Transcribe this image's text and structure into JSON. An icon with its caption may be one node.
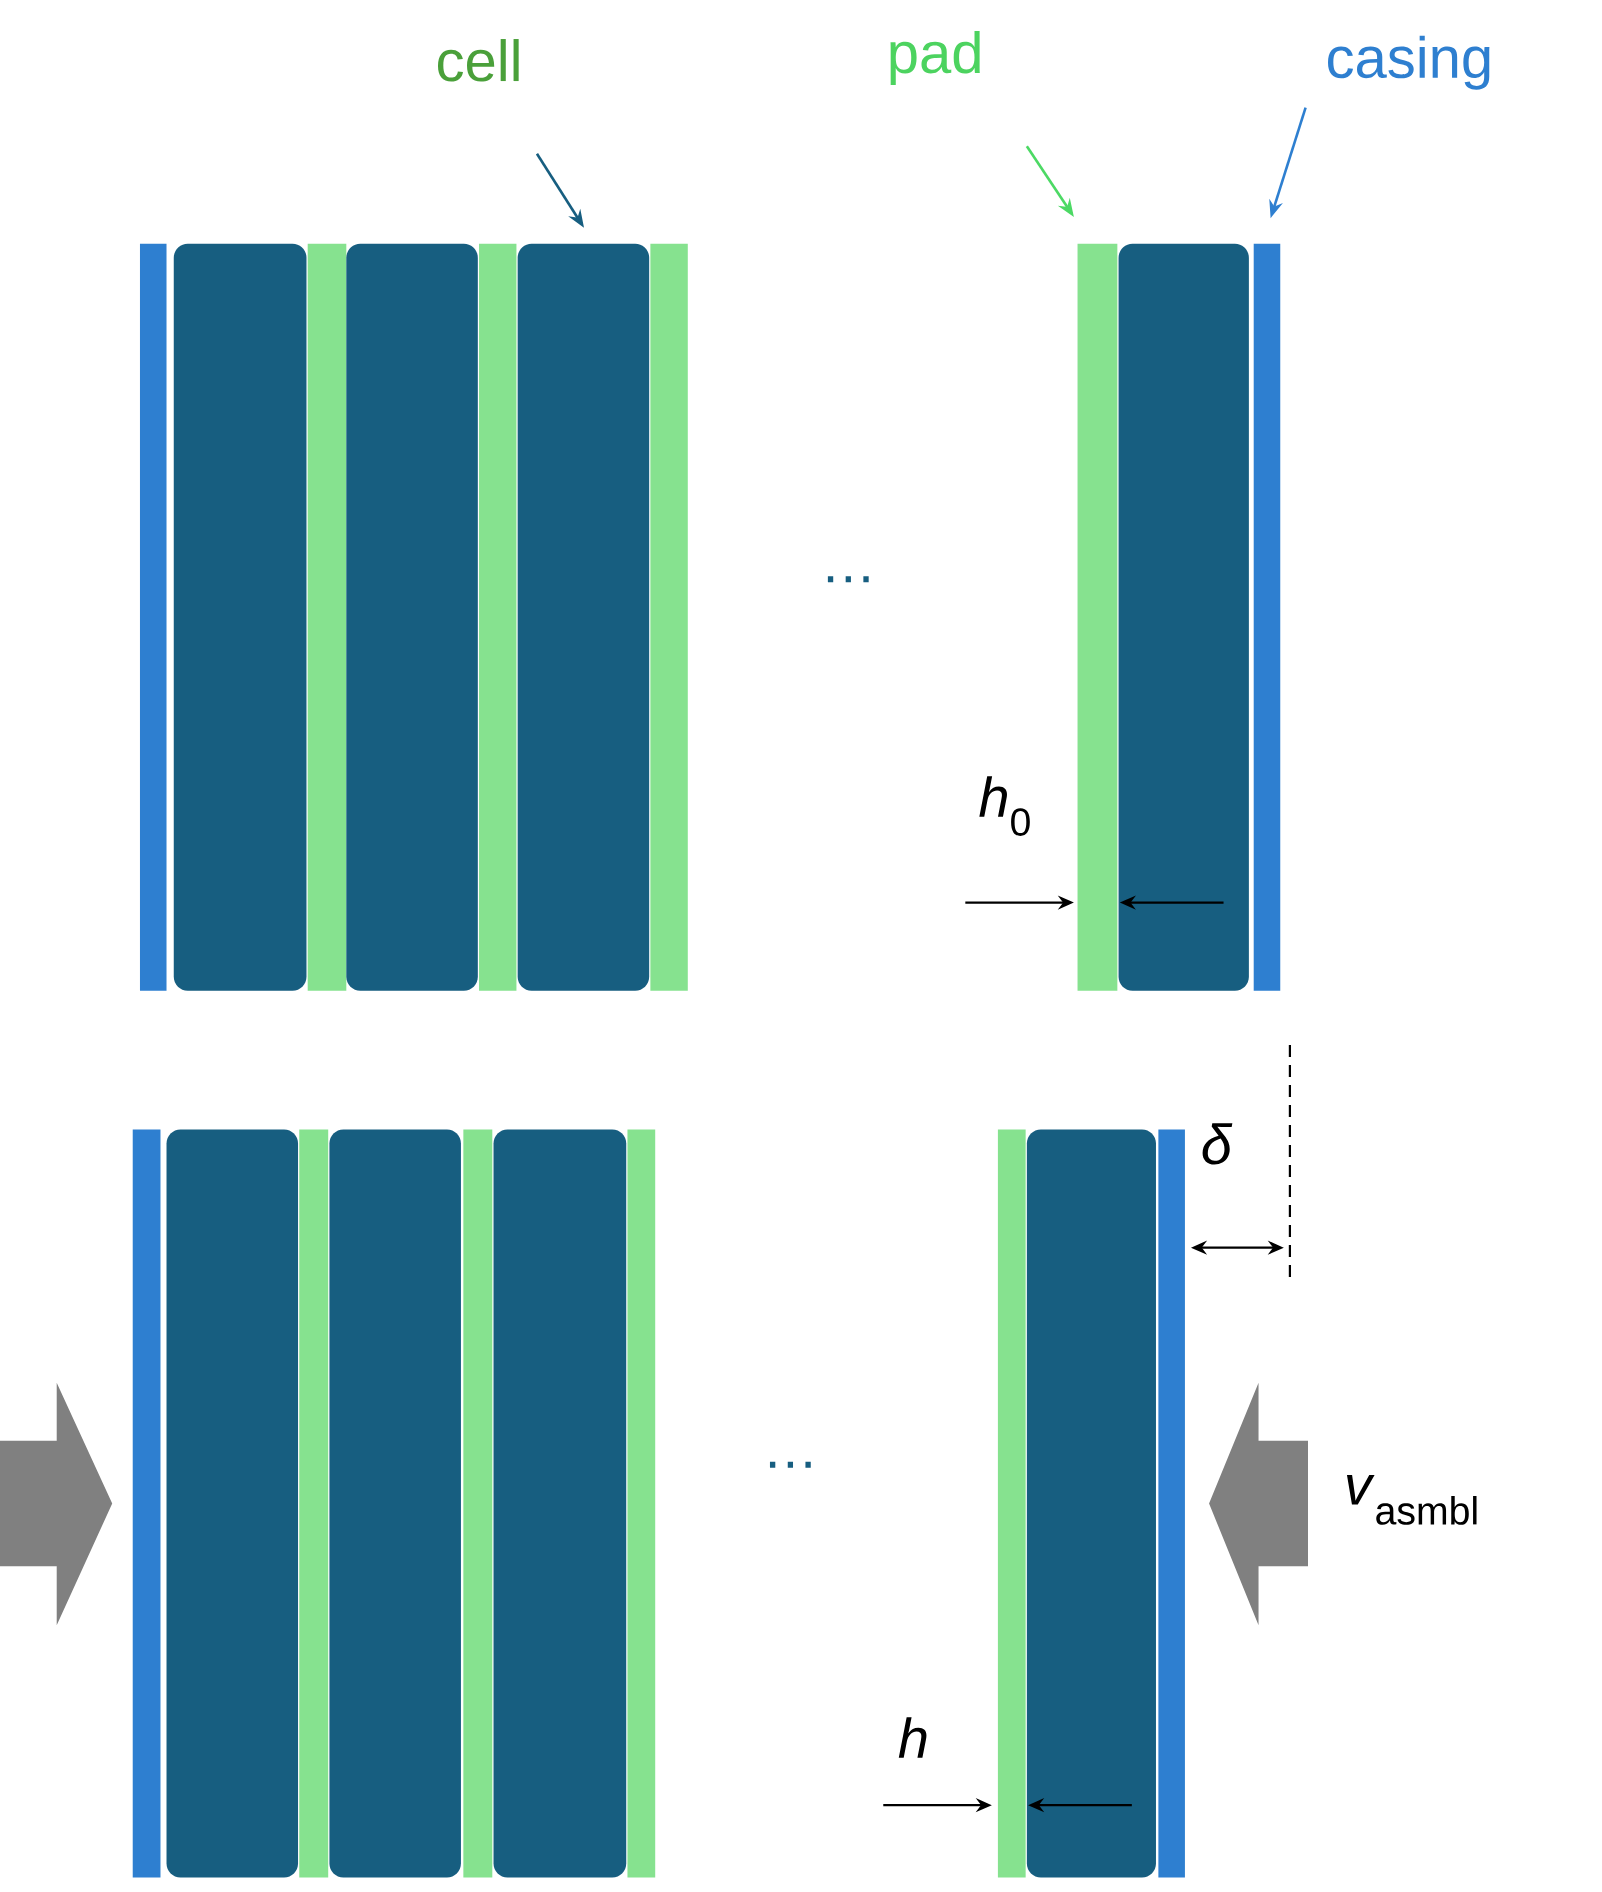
{
  "diagram": {
    "nodes": [
      {
        "text": [
          "cell"
        ]
      },
      {
        "text": [
          "pad"
        ]
      },
      {
        "text": [
          "casing"
        ]
      },
      {
        "text": [],
        "shape": "box"
      },
      {
        "text": [],
        "shape": "bar"
      },
      {
        "text": [],
        "shape": "bar"
      }
    ],
    "edges": [
      {
        "from": 0,
        "to": 3,
        "arrow": "to",
        "color": "#175e80"
      },
      {
        "from": 1,
        "to": 4,
        "arrow": "to",
        "color": "#4cd964"
      },
      {
        "from": 2,
        "to": 5,
        "arrow": "to",
        "color": "#2e7fd0"
      }
    ],
    "labels": [
      "…",
      "*h*$_{0}$",
      "δ",
      "…",
      "*v*$_{asmbl}$",
      "*h*"
    ]
  }
}
